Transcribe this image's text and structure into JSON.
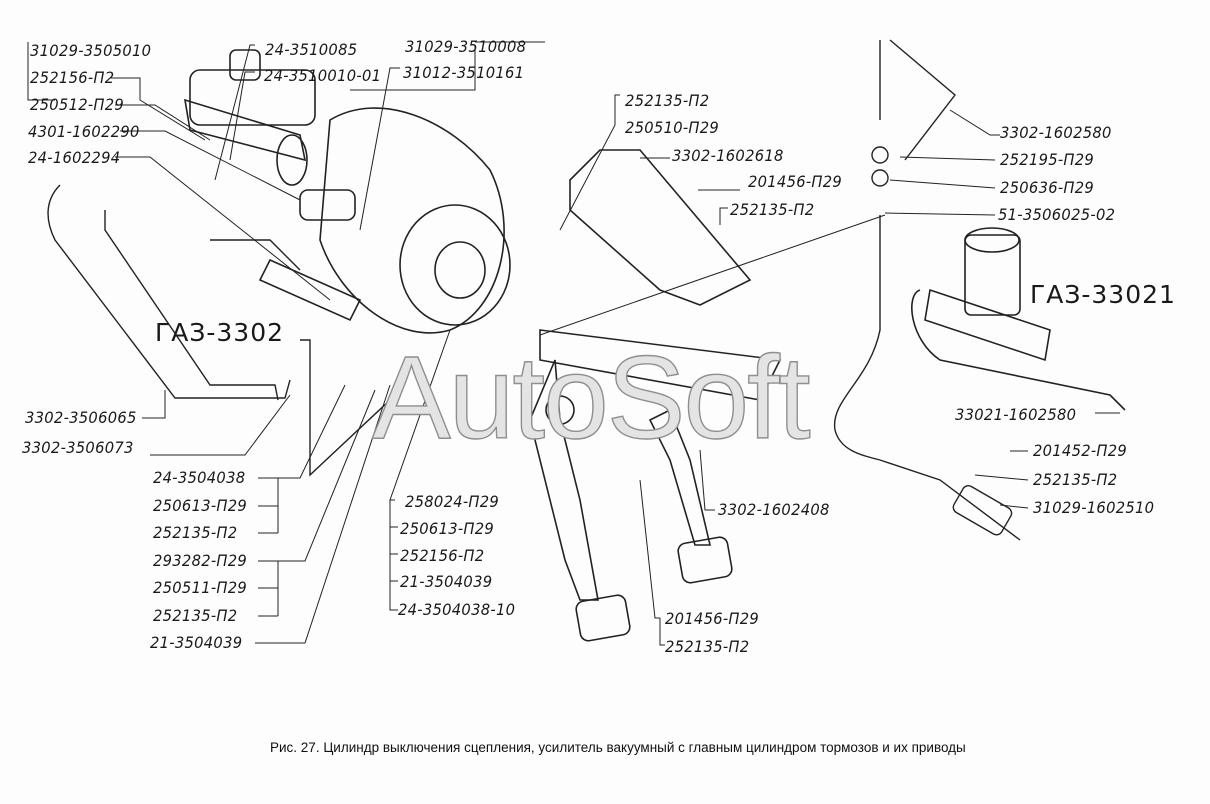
{
  "figure": {
    "caption": "Рис. 27. Цилиндр выключения  сцепления, усилитель вакуумный с главным цилиндром тормозов и их приводы",
    "watermark": "AutoSoft",
    "models": [
      "ГАЗ-3302",
      "ГАЗ-33021"
    ]
  },
  "labels": [
    "31029-3505010",
    "252156-П2",
    "250512-П29",
    "4301-1602290",
    "24-1602294",
    "24-3510085",
    "24-3510010-01",
    "31029-3510008",
    "31012-3510161",
    "252135-П2",
    "250510-П29",
    "3302-1602618",
    "201456-П29",
    "252135-П2",
    "3302-1602580",
    "252195-П29",
    "250636-П29",
    "51-3506025-02",
    "33021-1602580",
    "201452-П29",
    "252135-П2",
    "31029-1602510",
    "3302-3506065",
    "3302-3506073",
    "24-3504038",
    "250613-П29",
    "252135-П2",
    "293282-П29",
    "250511-П29",
    "252135-П2",
    "21-3504039",
    "258024-П29",
    "250613-П29",
    "252156-П2",
    "21-3504039",
    "24-3504038-10",
    "3302-1602408",
    "201456-П29",
    "252135-П2"
  ]
}
